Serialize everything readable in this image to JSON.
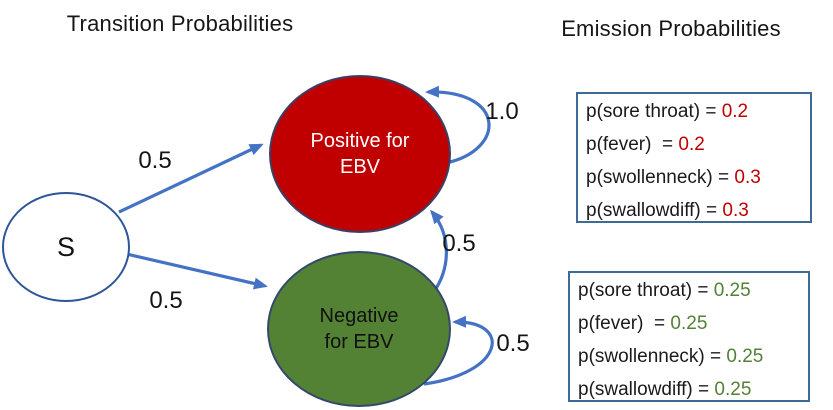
{
  "titles": {
    "transition": "Transition Probabilities",
    "emission": "Emission Probabilities"
  },
  "colors": {
    "arrow": "#4472c4",
    "positive_fill": "#c00000",
    "negative_fill": "#548235",
    "start_fill": "#ffffff",
    "positive_value_text": "#c00000",
    "negative_value_text": "#538135"
  },
  "nodes": {
    "start": {
      "label": "S"
    },
    "positive": {
      "line1": "Positive for",
      "line2": "EBV"
    },
    "negative": {
      "line1": "Negative",
      "line2": "for EBV"
    }
  },
  "edges": {
    "s_to_positive": "0.5",
    "s_to_negative": "0.5",
    "positive_self_loop": "1.0",
    "negative_to_positive": "0.5",
    "negative_self_loop": "0.5"
  },
  "emission": {
    "positive": {
      "value_color": "#c00000",
      "rows": [
        {
          "label": "p(sore throat) = ",
          "value": "0.2"
        },
        {
          "label": "p(fever)  = ",
          "value": "0.2"
        },
        {
          "label": "p(swollenneck) = ",
          "value": "0.3"
        },
        {
          "label": "p(swallowdiff) = ",
          "value": "0.3"
        }
      ]
    },
    "negative": {
      "value_color": "#538135",
      "rows": [
        {
          "label": "p(sore throat) = ",
          "value": "0.25"
        },
        {
          "label": "p(fever)  = ",
          "value": "0.25"
        },
        {
          "label": "p(swollenneck) = ",
          "value": "0.25"
        },
        {
          "label": "p(swallowdiff) = ",
          "value": "0.25"
        }
      ]
    }
  }
}
